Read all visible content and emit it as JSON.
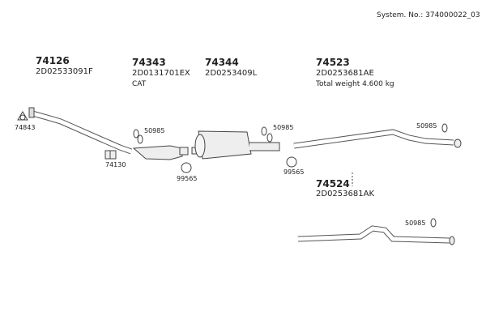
{
  "system_no": "System. No.: 374000022_03",
  "parts": [
    {
      "number": "74126",
      "code": "2D02533091F"
    },
    {
      "number": "74343",
      "code": "2D0131701EX",
      "note": "CAT"
    },
    {
      "number": "74344",
      "code": "2D0253409L"
    },
    {
      "number": "74523",
      "code": "2D0253681AE",
      "note": "Total weight 4.600 kg"
    },
    {
      "number": "74524",
      "code": "2D0253681AK"
    }
  ],
  "callouts": {
    "gasket": "74843",
    "clamp": "74130",
    "hanger_1": "50985",
    "hanger_2": "50985",
    "hanger_3": "50985",
    "hanger_4": "50985",
    "ring_clamp_1": "99565",
    "ring_clamp_2": "99565"
  }
}
